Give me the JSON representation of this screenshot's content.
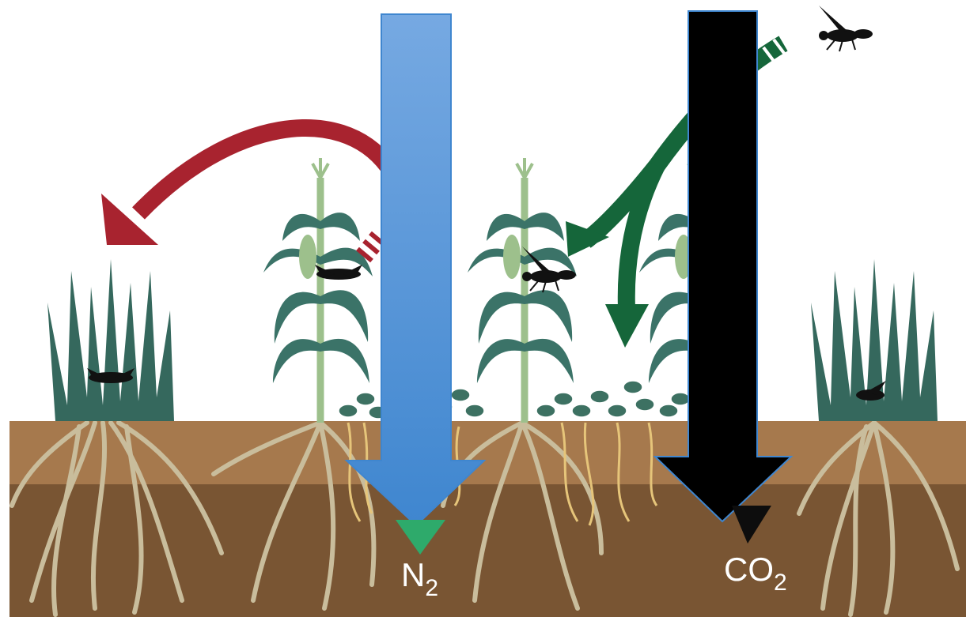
{
  "labels": {
    "nitrogen_main": "N",
    "nitrogen_sub": "2",
    "carbon_main": "CO",
    "carbon_sub": "2"
  },
  "colors": {
    "sky": "#ffffff",
    "topsoil": "#a6794d",
    "subsoil": "#795533",
    "roots": "#c9bd9c",
    "legume_roots": "#e6c57a",
    "grass": "#35685d",
    "corn_stalk": "#9dc08c",
    "corn_leaf": "#3b7368",
    "legume_leaf": "#3d7162",
    "red_arrow": "#a8232f",
    "green_arrow": "#15663a",
    "blue_arrow_top": "#76a9e2",
    "blue_arrow_bottom": "#3f86cf",
    "black_arrow": "#000000",
    "n2_marker": "#2eaa6b",
    "co2_marker": "#0d0d0d",
    "insect": "#111111"
  },
  "icons": [
    "pest-moth-icon",
    "wasp-icon",
    "beneficial-fly-icon"
  ]
}
